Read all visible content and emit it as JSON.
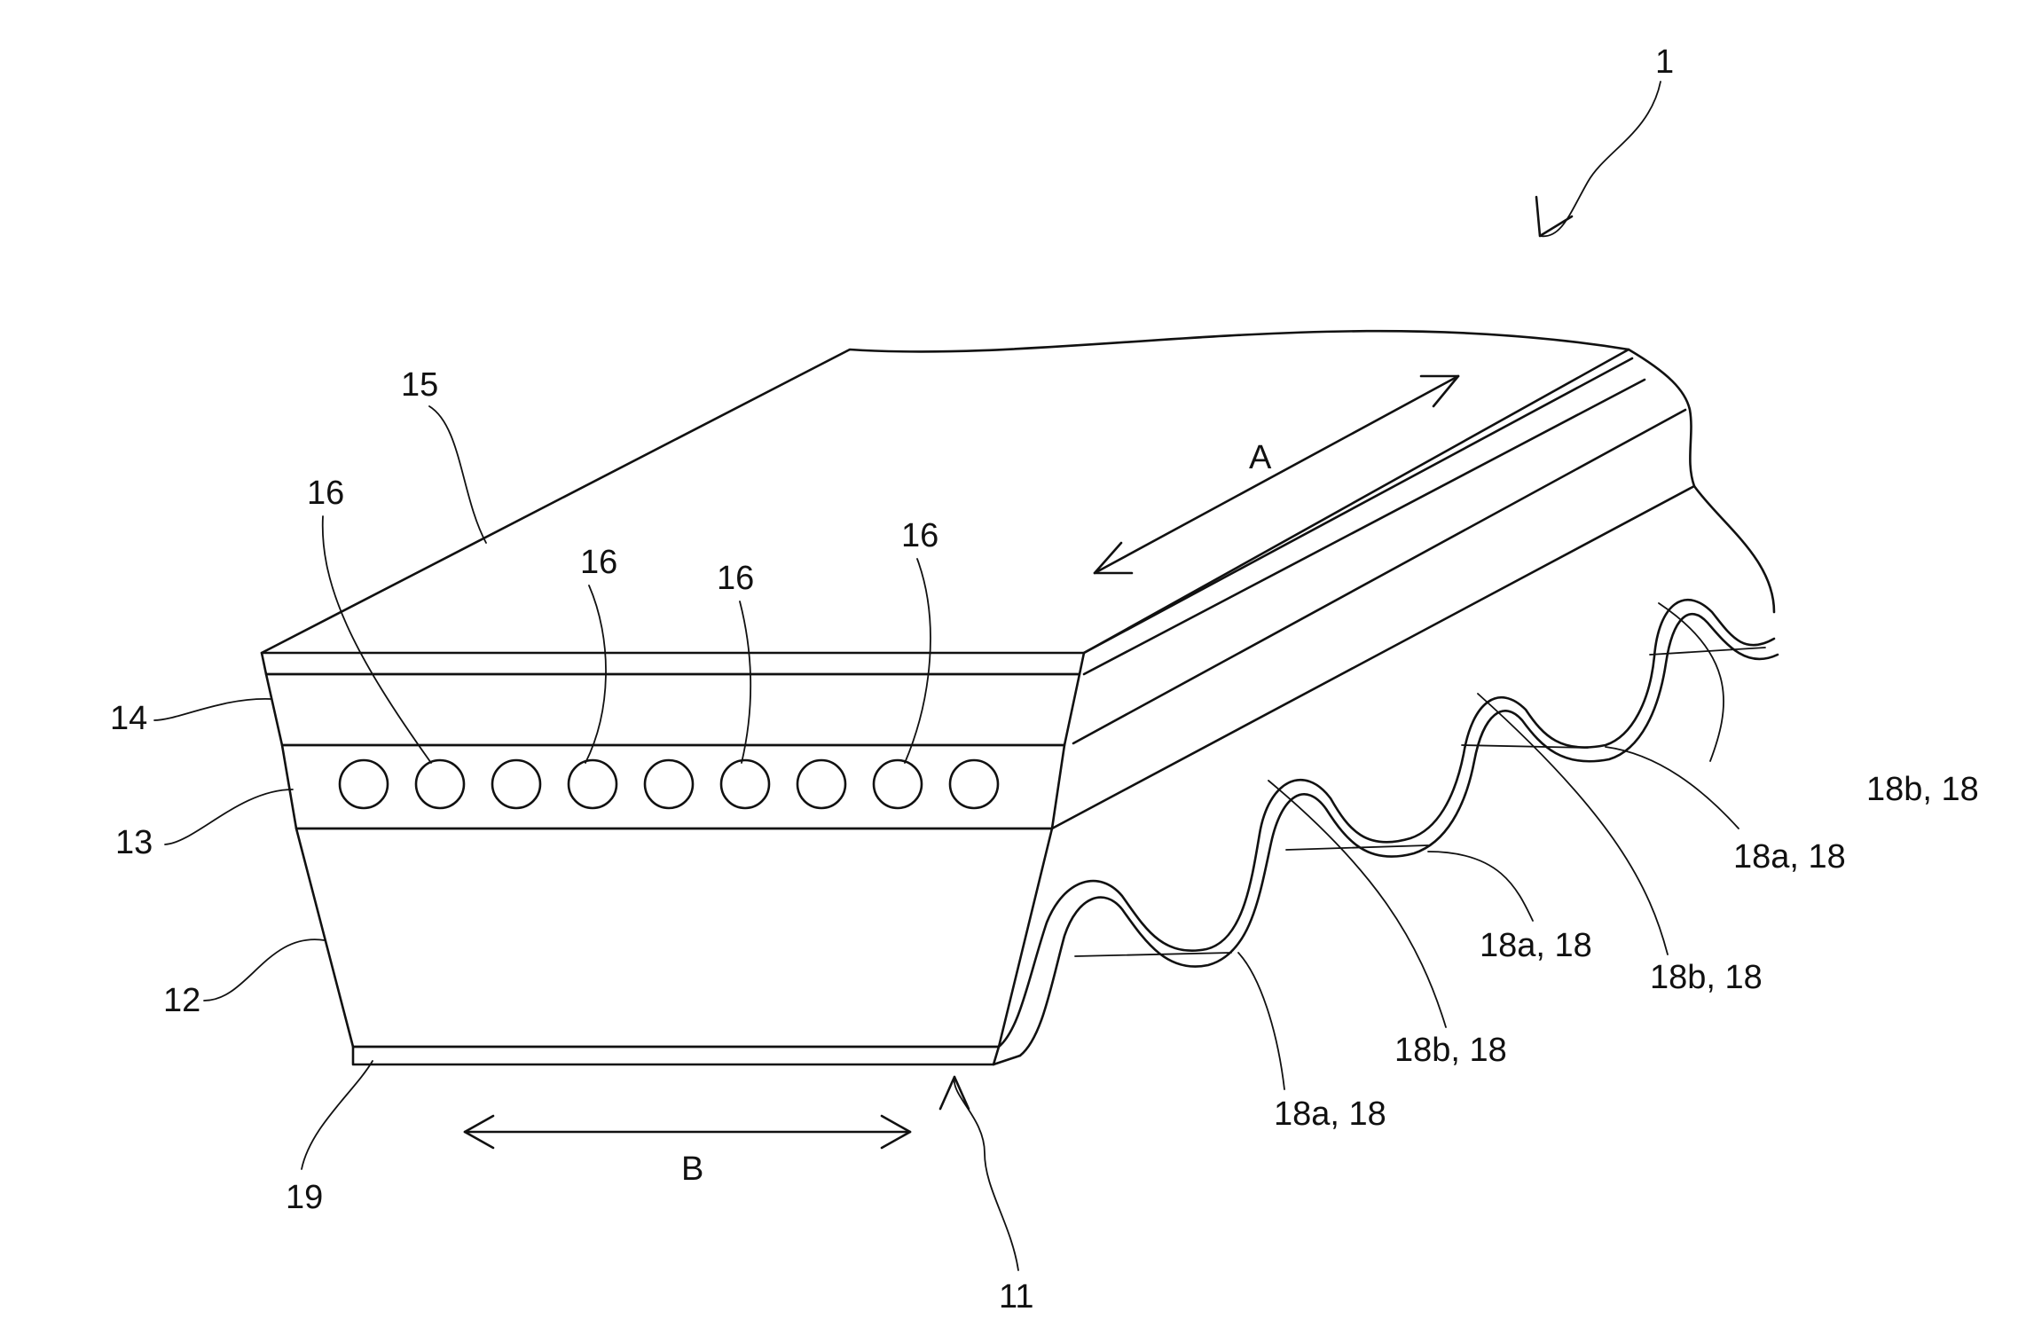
{
  "diagram": {
    "labels": {
      "ref_1": "1",
      "ref_15": "15",
      "ref_14": "14",
      "ref_13": "13",
      "ref_12": "12",
      "ref_19": "19",
      "ref_11": "11",
      "ref_16_a": "16",
      "ref_16_b": "16",
      "ref_16_c": "16",
      "ref_16_d": "16",
      "arrow_a": "A",
      "arrow_b": "B",
      "ref_18b_1": "18b, 18",
      "ref_18a_1": "18a, 18",
      "ref_18b_2": "18b, 18",
      "ref_18a_2": "18a, 18",
      "ref_18b_3": "18b, 18",
      "ref_18a_3": "18a, 18"
    }
  }
}
